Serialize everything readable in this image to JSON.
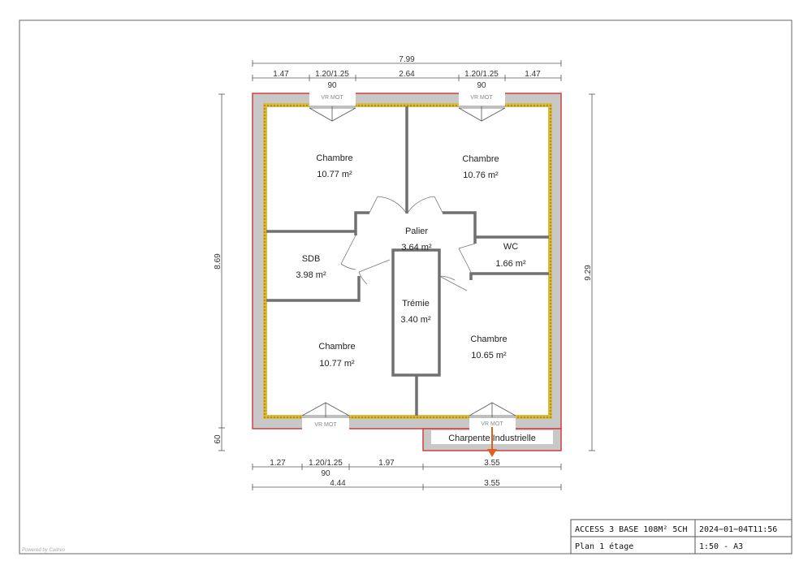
{
  "dimensions": {
    "top_total": "7.99",
    "top_segments": [
      "1.47",
      "1.20/1.25",
      "2.64",
      "1.20/1.25",
      "1.47"
    ],
    "top_window_widths": [
      "90",
      "90"
    ],
    "window_labels": [
      "VR MOT",
      "VR MOT",
      "VR MOT",
      "VR MOT"
    ],
    "left_height": "8.69",
    "left_offset": "60",
    "right_height": "9.29",
    "bottom_segments": [
      "1.27",
      "1.20/1.25",
      "1.97",
      "3.55"
    ],
    "bottom_window_width": "90",
    "bottom_totals": [
      "4.44",
      "3.55"
    ]
  },
  "rooms": [
    {
      "name": "Chambre",
      "area": "10.77 m²"
    },
    {
      "name": "Chambre",
      "area": "10.76 m²"
    },
    {
      "name": "Palier",
      "area": "3.64 m²"
    },
    {
      "name": "SDB",
      "area": "3.98 m²"
    },
    {
      "name": "WC",
      "area": "1.66 m²"
    },
    {
      "name": "Trémie",
      "area": "3.40 m²"
    },
    {
      "name": "Chambre",
      "area": "10.77 m²"
    },
    {
      "name": "Chambre",
      "area": "10.65 m²"
    }
  ],
  "annex_label": "Charpente Industrielle",
  "title_block": {
    "project": "ACCESS 3 BASE 108M² 5CH",
    "date": "2024−01−04T11:56",
    "plan": "Plan 1 étage",
    "scale": "1:50 - A3"
  },
  "powered_by": "Powered by Cadreo",
  "colors": {
    "outer_line": "#d04040",
    "wall": "#c8c8c8",
    "insulation": "#e0c040",
    "partition": "#707070",
    "arrow": "#e06020"
  }
}
